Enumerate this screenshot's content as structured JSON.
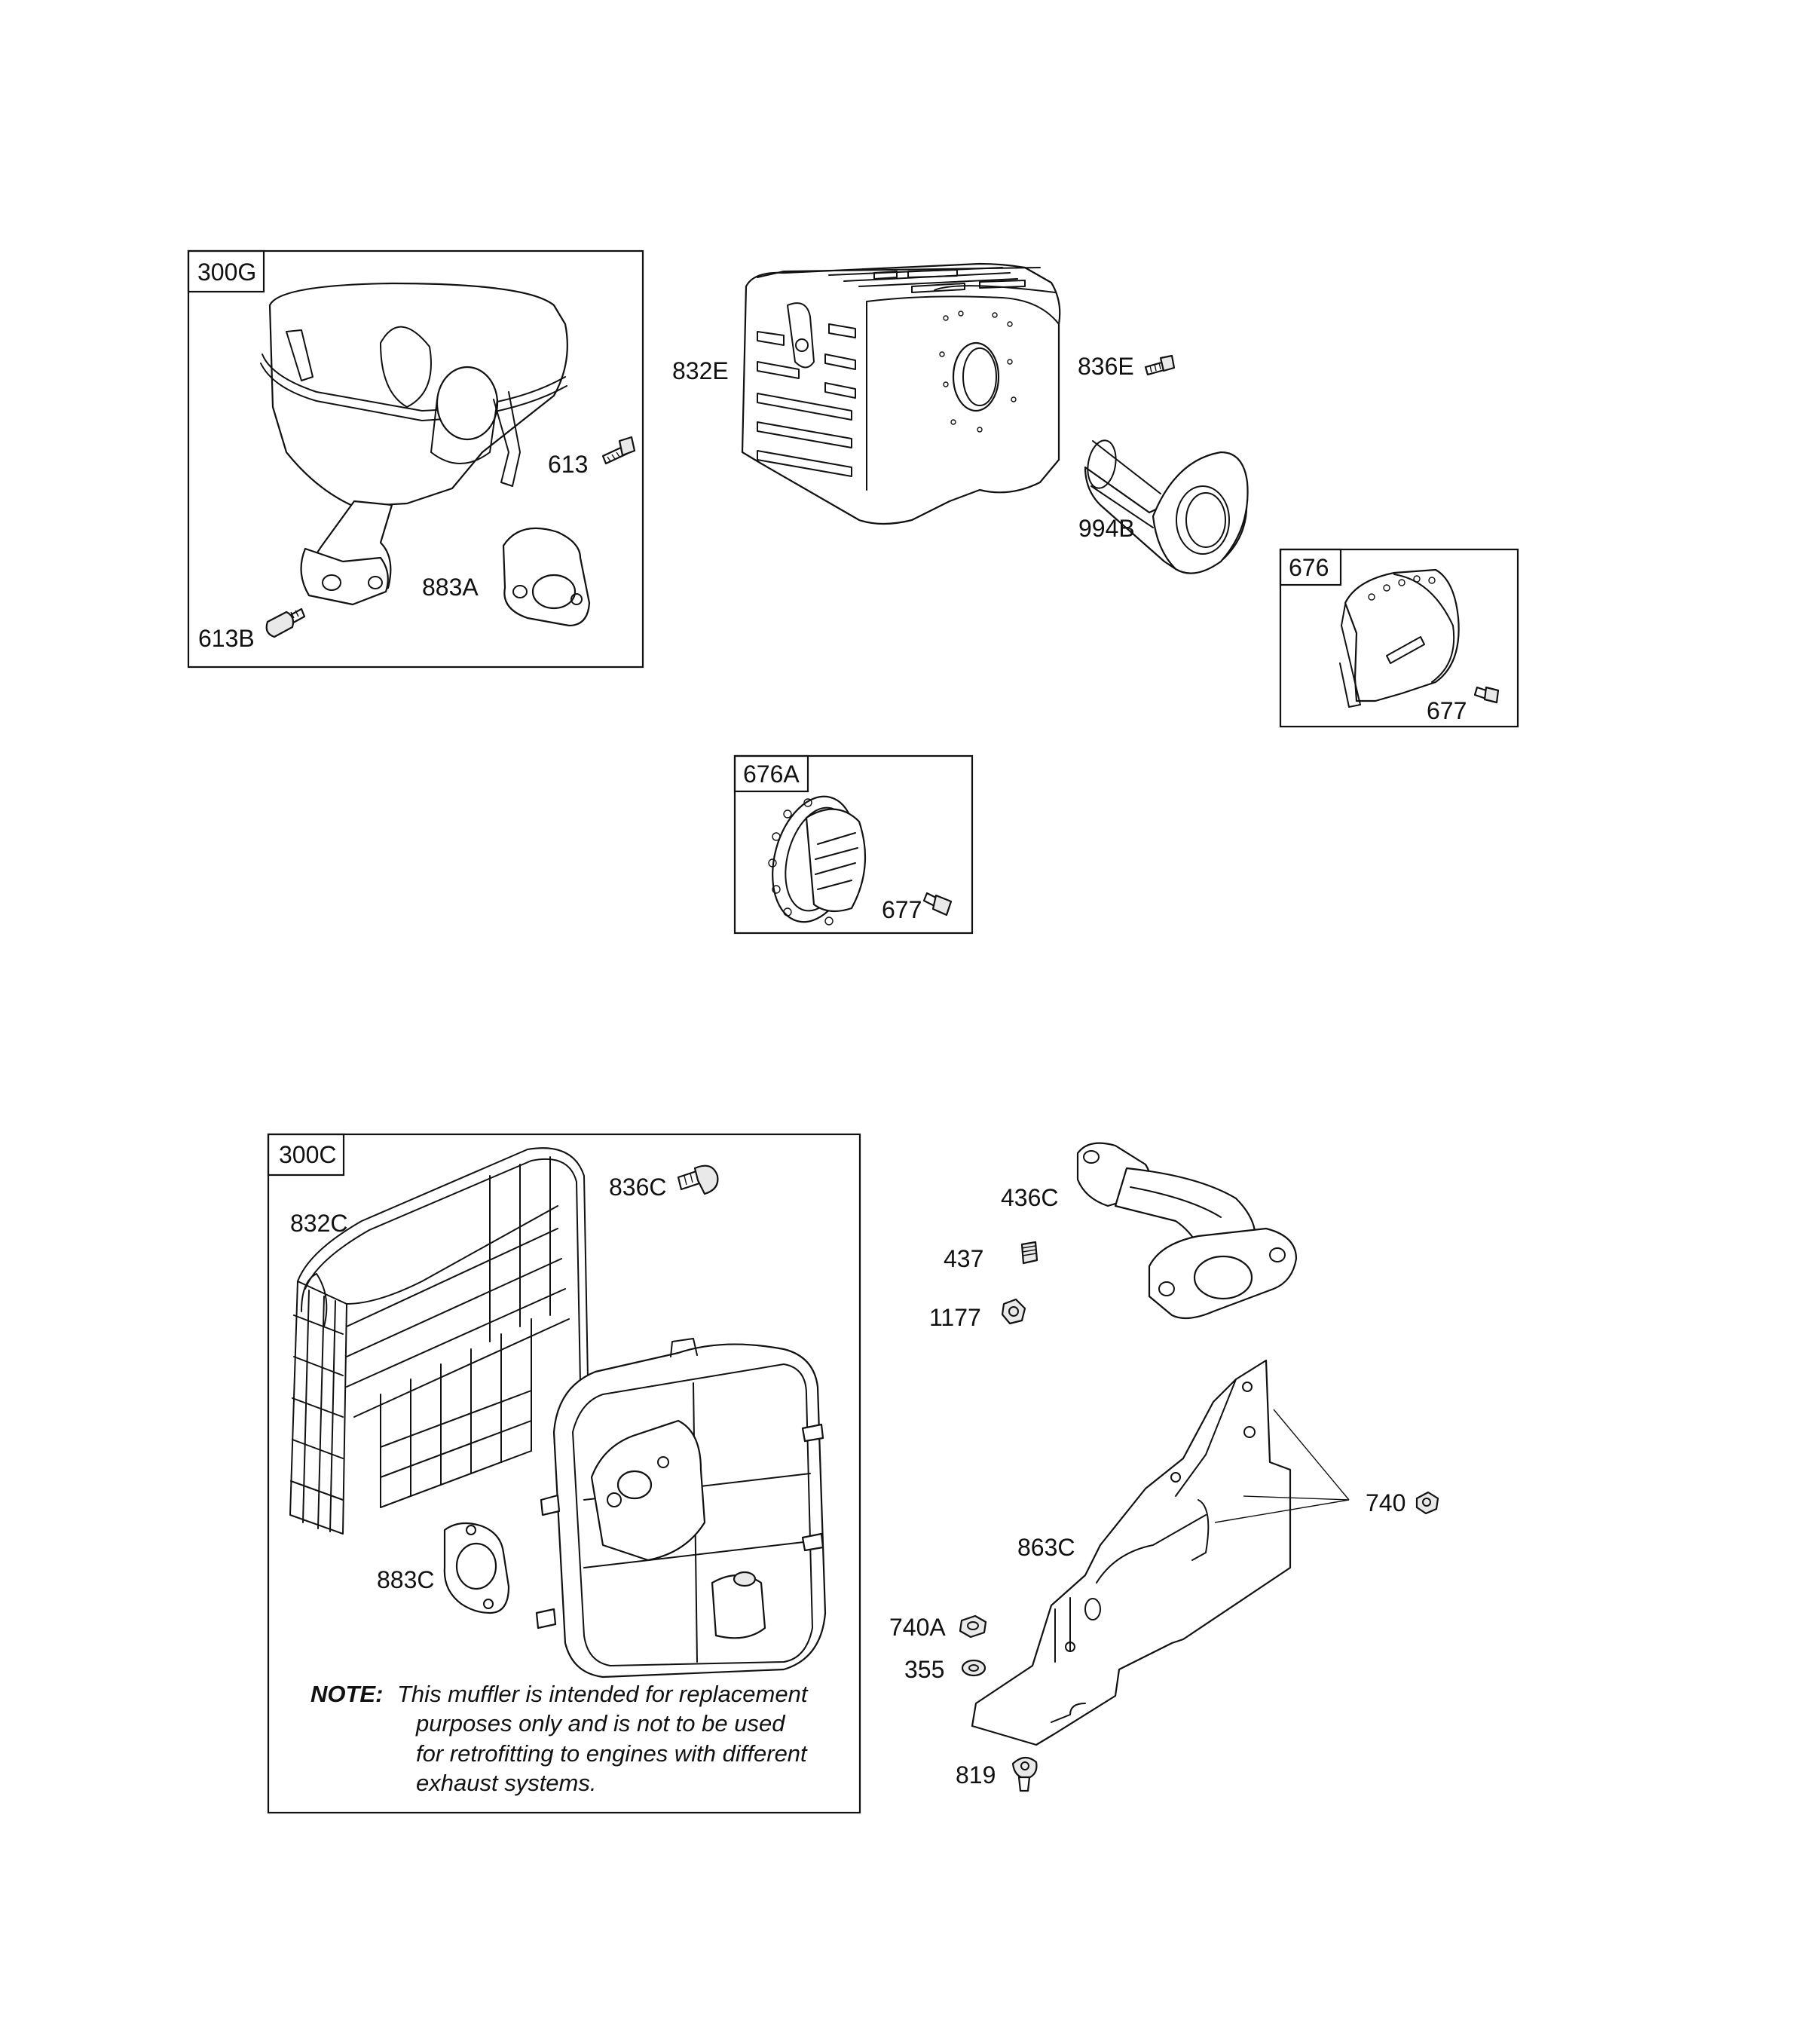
{
  "kits": [
    {
      "id": "300G"
    },
    {
      "id": "676"
    },
    {
      "id": "676A"
    },
    {
      "id": "300C"
    }
  ],
  "labels": {
    "l300G": "300G",
    "l613": "613",
    "l613B": "613B",
    "l883A": "883A",
    "l832E": "832E",
    "l836E": "836E",
    "l994B": "994B",
    "l676": "676",
    "l677a": "677",
    "l676A": "676A",
    "l677b": "677",
    "l300C": "300C",
    "l836C": "836C",
    "l832C": "832C",
    "l883C": "883C",
    "l436C": "436C",
    "l437": "437",
    "l1177": "1177",
    "l740": "740",
    "l863C": "863C",
    "l740A": "740A",
    "l355": "355",
    "l819": "819"
  },
  "note": {
    "prefix": "NOTE:",
    "line1": "This muffler is intended for replacement",
    "line2": "purposes only and is not to be used",
    "line3": "for retrofitting to engines with different",
    "line4": "exhaust systems."
  }
}
